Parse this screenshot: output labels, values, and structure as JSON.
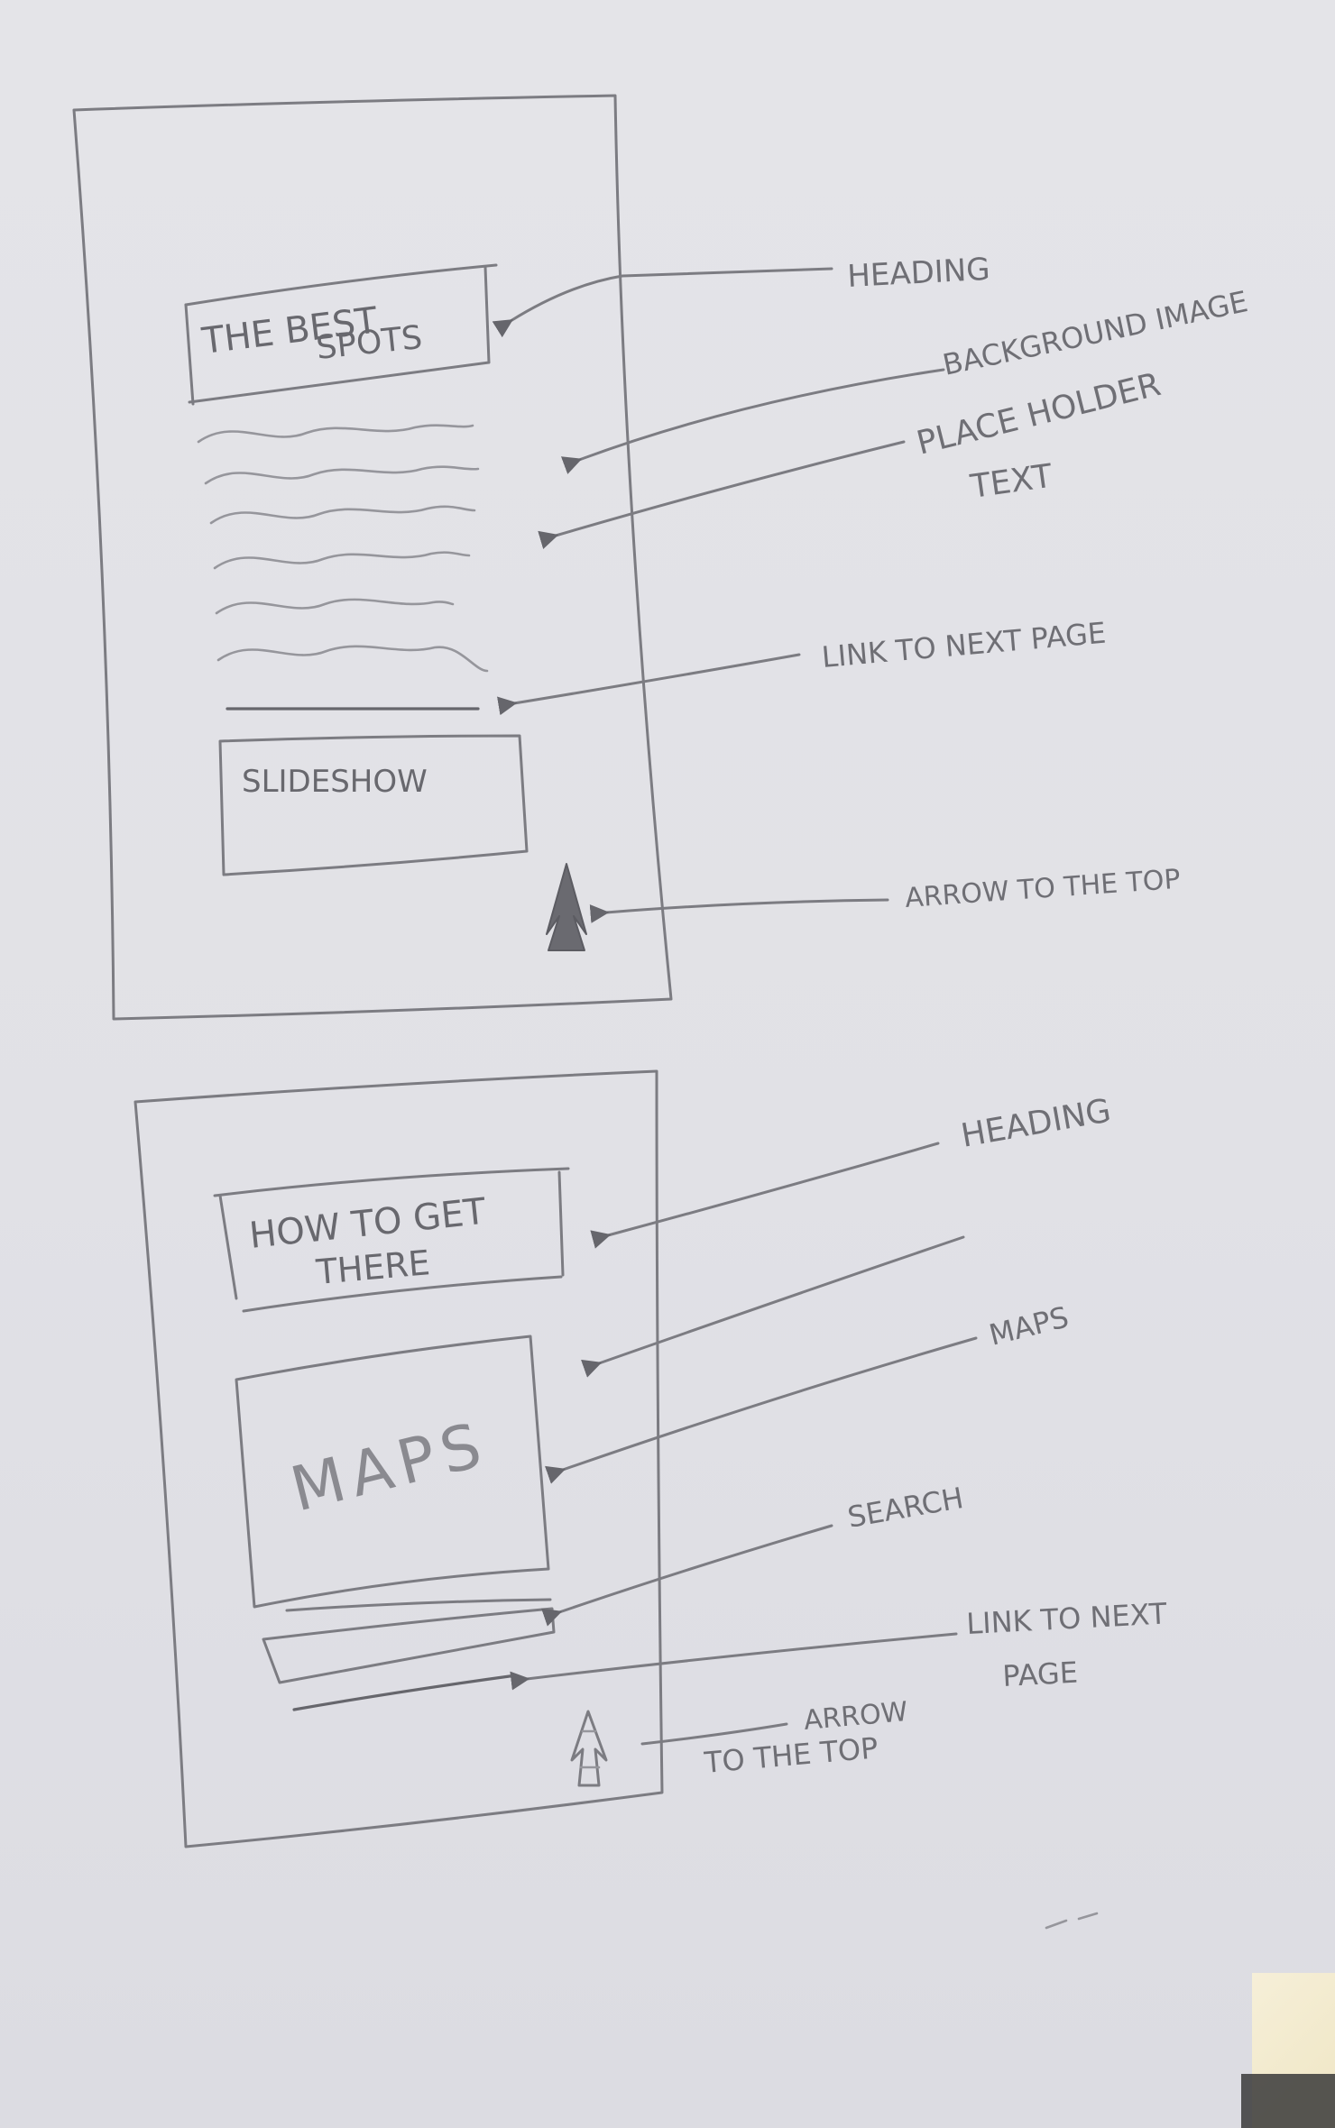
{
  "page1": {
    "heading_text_line1": "THE BEST",
    "heading_text_line2": "SPOTS",
    "slideshow_label": "SLIDESHOW",
    "annotations": {
      "heading": "HEADING",
      "background_image": "BACKGROUND IMAGE",
      "placeholder_text_line1": "PLACE HOLDER",
      "placeholder_text_line2": "TEXT",
      "link_to_next_page": "LINK TO NEXT PAGE",
      "arrow_to_the_top": "ARROW TO THE TOP"
    }
  },
  "page2": {
    "heading_text_line1": "HOW TO GET",
    "heading_text_line2": "THERE",
    "maps_label": "MAPS",
    "annotations": {
      "heading": "HEADING",
      "maps": "MAPS",
      "search": "SEARCH",
      "link_to_next_page_line1": "LINK TO NEXT",
      "link_to_next_page_line2": "PAGE",
      "arrow_to_the_top_line1": "ARROW",
      "arrow_to_the_top_line2": "TO THE TOP"
    }
  }
}
